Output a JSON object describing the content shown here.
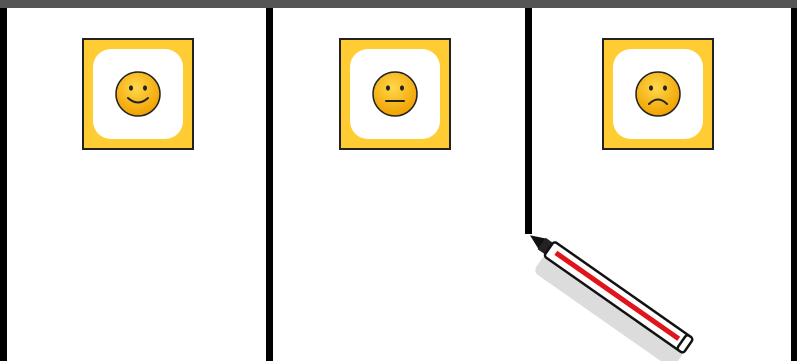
{
  "columns": [
    {
      "mood": "happy",
      "icon": "happy-face-icon"
    },
    {
      "mood": "neutral",
      "icon": "neutral-face-icon"
    },
    {
      "mood": "sad",
      "icon": "sad-face-icon"
    }
  ],
  "colors": {
    "card": "#ffcc33",
    "face": "#f5a900",
    "divider": "#000000",
    "top_bar": "#555555",
    "marker_ink": "#e0141b"
  },
  "tool": {
    "icon": "marker-pen-icon"
  }
}
